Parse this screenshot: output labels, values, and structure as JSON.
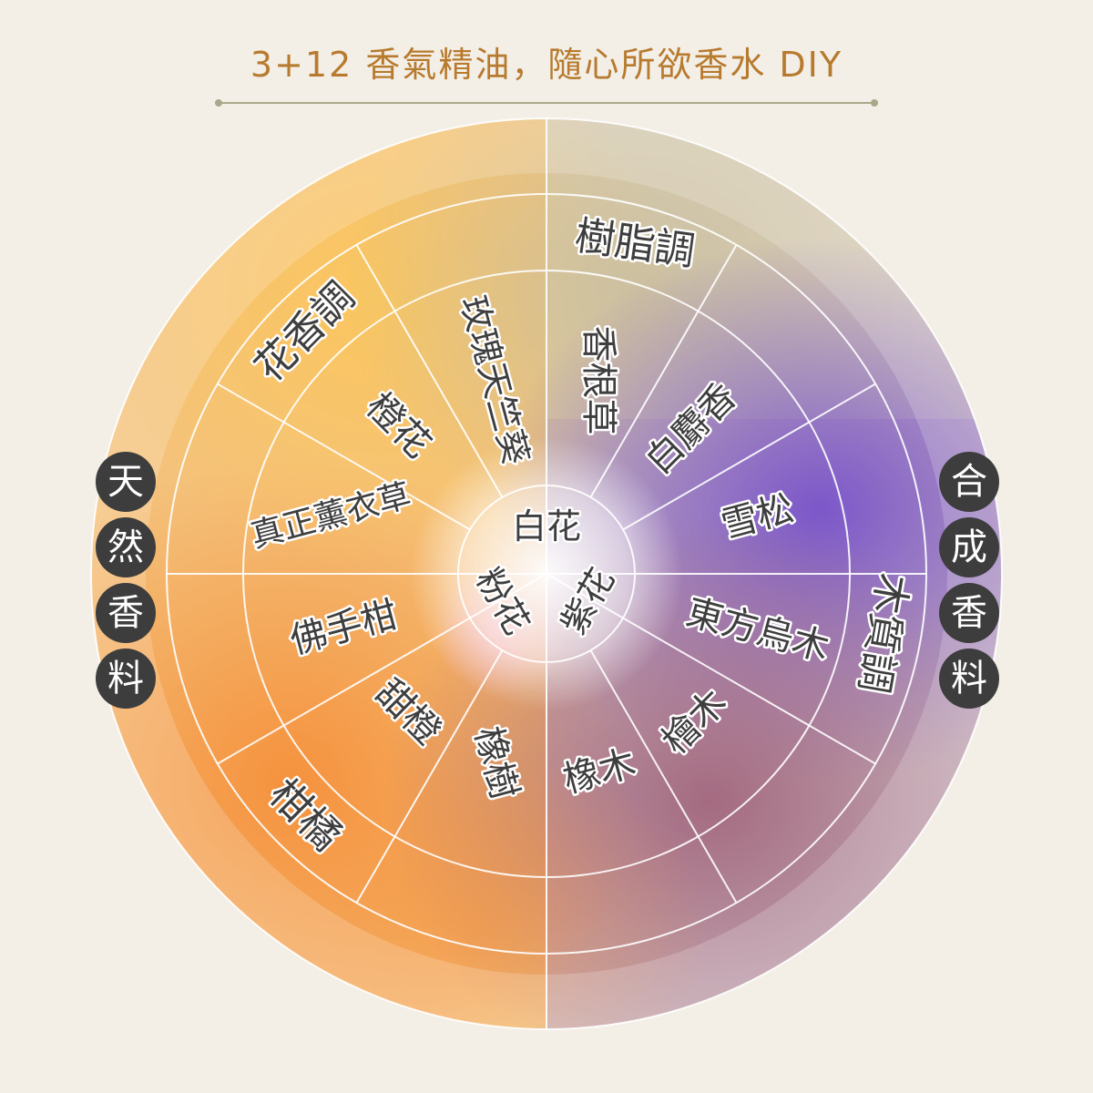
{
  "title": "3+12 香氣精油，隨心所欲香水 DIY",
  "outer_labels": {
    "left": [
      "天",
      "然",
      "香",
      "料"
    ],
    "right": [
      "合",
      "成",
      "香",
      "料"
    ]
  },
  "family_labels": [
    "樹脂調",
    "木質調",
    "柑橘",
    "花香調"
  ],
  "notes": [
    "香根草",
    "白麝香",
    "雪松",
    "東方烏木",
    "檜木",
    "橡木",
    "橡樹",
    "甜橙",
    "佛手柑",
    "真正薰衣草",
    "橙花",
    "玫瑰天竺葵"
  ],
  "center_notes": [
    "白花",
    "紫花",
    "粉花"
  ],
  "colors": {
    "title": "#b77a2e",
    "warm_top": "#f6d99a",
    "warm_orange": "#f39a4a",
    "resin_beige": "#d8ccb6",
    "purple": "#8a66c4",
    "mauve": "#b8869a",
    "pill_bg": "#3d3d3d"
  }
}
